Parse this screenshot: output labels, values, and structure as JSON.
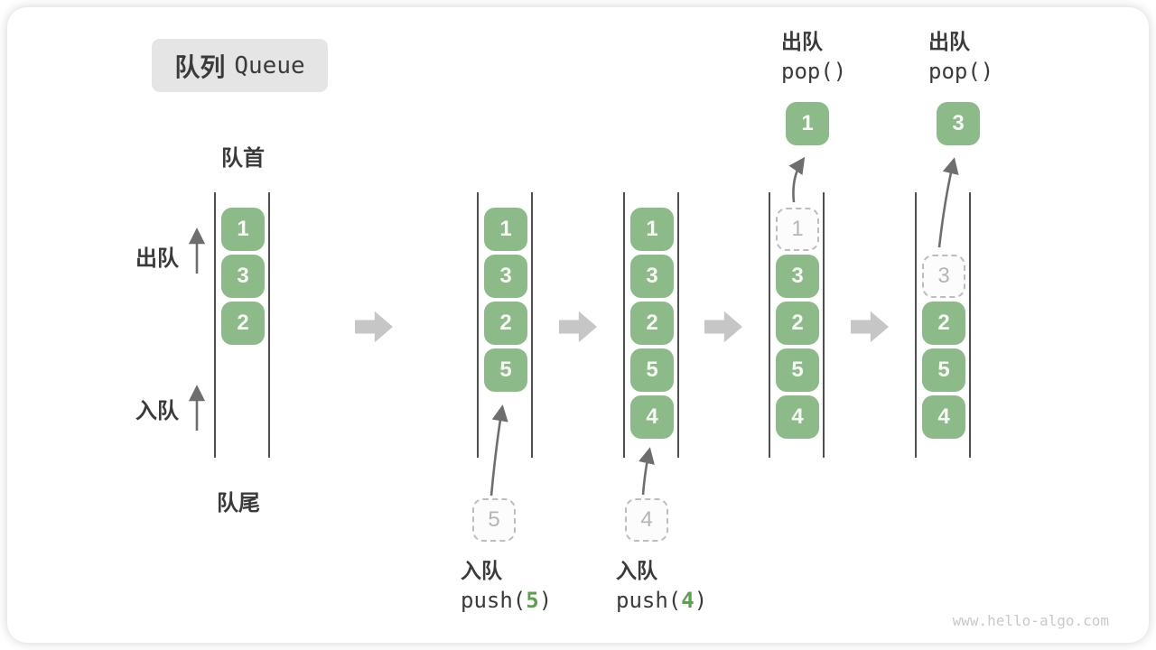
{
  "title": {
    "zh": "队列",
    "en": "Queue"
  },
  "labels": {
    "front": "队首",
    "rear": "队尾",
    "dequeue": "出队",
    "enqueue": "入队"
  },
  "columns": [
    {
      "cells": [
        {
          "v": "1",
          "slot": 0,
          "style": "solid"
        },
        {
          "v": "3",
          "slot": 1,
          "style": "solid"
        },
        {
          "v": "2",
          "slot": 2,
          "style": "solid"
        }
      ]
    },
    {
      "cells": [
        {
          "v": "1",
          "slot": 0,
          "style": "solid"
        },
        {
          "v": "3",
          "slot": 1,
          "style": "solid"
        },
        {
          "v": "2",
          "slot": 2,
          "style": "solid"
        },
        {
          "v": "5",
          "slot": 3,
          "style": "solid"
        }
      ]
    },
    {
      "cells": [
        {
          "v": "1",
          "slot": 0,
          "style": "solid"
        },
        {
          "v": "3",
          "slot": 1,
          "style": "solid"
        },
        {
          "v": "2",
          "slot": 2,
          "style": "solid"
        },
        {
          "v": "5",
          "slot": 3,
          "style": "solid"
        },
        {
          "v": "4",
          "slot": 4,
          "style": "solid"
        }
      ]
    },
    {
      "cells": [
        {
          "v": "1",
          "slot": 0,
          "style": "dashed"
        },
        {
          "v": "3",
          "slot": 1,
          "style": "solid"
        },
        {
          "v": "2",
          "slot": 2,
          "style": "solid"
        },
        {
          "v": "5",
          "slot": 3,
          "style": "solid"
        },
        {
          "v": "4",
          "slot": 4,
          "style": "solid"
        }
      ]
    },
    {
      "cells": [
        {
          "v": "3",
          "slot": 1,
          "style": "dashed"
        },
        {
          "v": "2",
          "slot": 2,
          "style": "solid"
        },
        {
          "v": "5",
          "slot": 3,
          "style": "solid"
        },
        {
          "v": "4",
          "slot": 4,
          "style": "solid"
        }
      ]
    }
  ],
  "annotations": {
    "push5": {
      "zh": "入队",
      "code_pre": "push(",
      "num": "5",
      "code_post": ")",
      "ghost_value": "5"
    },
    "push4": {
      "zh": "入队",
      "code_pre": "push(",
      "num": "4",
      "code_post": ")",
      "ghost_value": "4"
    },
    "pop1": {
      "zh": "出队",
      "code": "pop()",
      "result_value": "1"
    },
    "pop3": {
      "zh": "出队",
      "code": "pop()",
      "result_value": "3"
    }
  },
  "watermark": "www.hello-algo.com",
  "colors": {
    "cell_green": "#8cba88",
    "accent_green": "#5ca04e",
    "block_arrow_gray": "#c6c6c6",
    "thin_arrow_gray": "#6e6e6e",
    "dashed_gray": "#bdbdbd",
    "text_dark": "#3a3a3a",
    "title_bg": "#e5e5e5"
  }
}
